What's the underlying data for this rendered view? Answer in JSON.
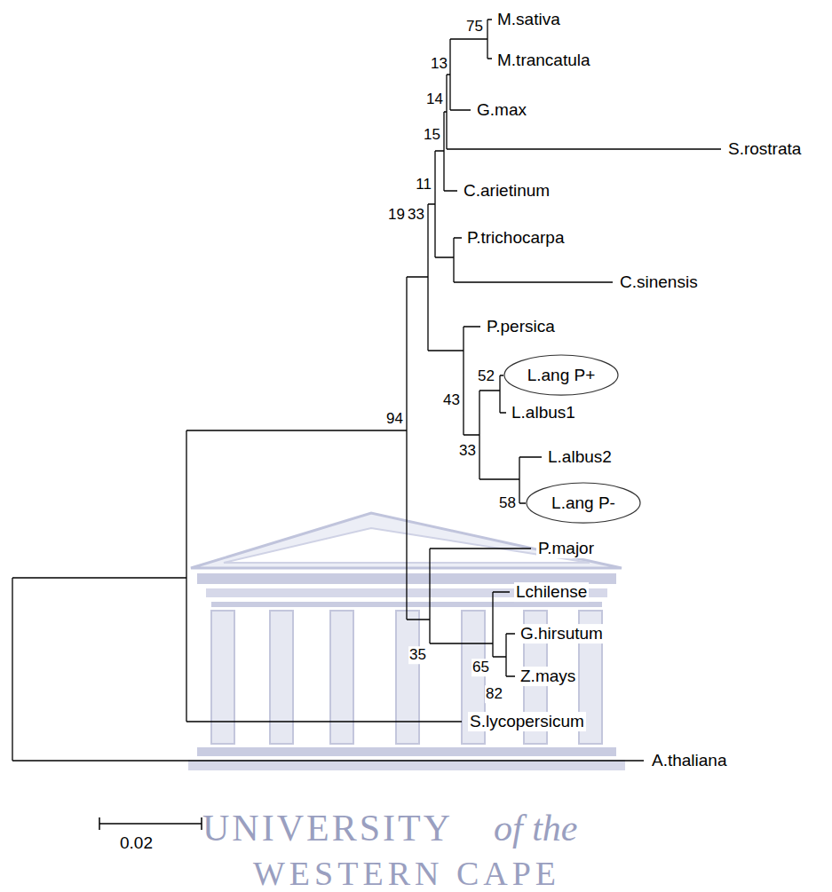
{
  "diagram": {
    "nodes": [
      {
        "text": [
          "L.ang P+"
        ]
      },
      {
        "text": [
          "L.ang P-"
        ]
      }
    ],
    "labels": [
      "75",
      "M.sativa",
      "13",
      "M.trancatula",
      "14",
      "G.max",
      "15",
      "S.rostrata",
      "11",
      "C.arietinum",
      "P.trichocarpa",
      "19",
      "33",
      "C.sinensis",
      "P.persica",
      "52",
      "43",
      "L.albus1",
      "94",
      "33",
      "L.albus2",
      "58",
      "P.major",
      "Lchilense",
      "G.hirsutum",
      "35",
      "65",
      "Z.mays",
      "82",
      "S.lycopersicum",
      "A.thaliana",
      "UNIVERSITY",
      "of the",
      "0.02",
      "WESTERN CAPE"
    ]
  }
}
